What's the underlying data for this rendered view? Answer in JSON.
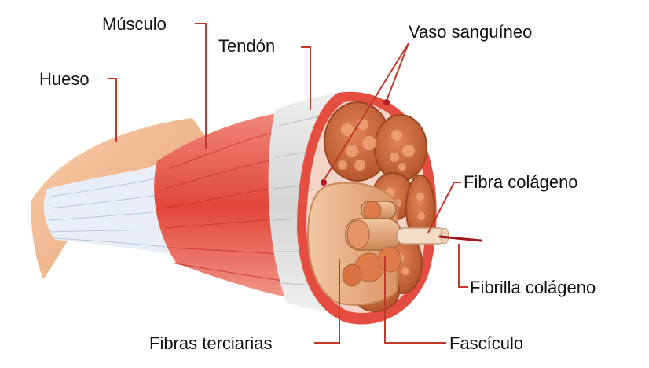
{
  "labels": {
    "bone": "Hueso",
    "muscle": "Músculo",
    "tendon": "Tendón",
    "blood_vessel": "Vaso sanguíneo",
    "collagen_fiber": "Fibra colágeno",
    "collagen_fibril": "Fibrilla colágeno",
    "tertiary_fibers": "Fibras terciarias",
    "fascicle": "Fascículo"
  },
  "colors": {
    "leader": "#c0392b",
    "muscle": "#e24a3b",
    "tendon": "#dcdcdc",
    "fascicle": "#c8693e",
    "sheath": "#e0a77e",
    "bone": "#f2b88e",
    "fibril": "#9b1b1b"
  }
}
